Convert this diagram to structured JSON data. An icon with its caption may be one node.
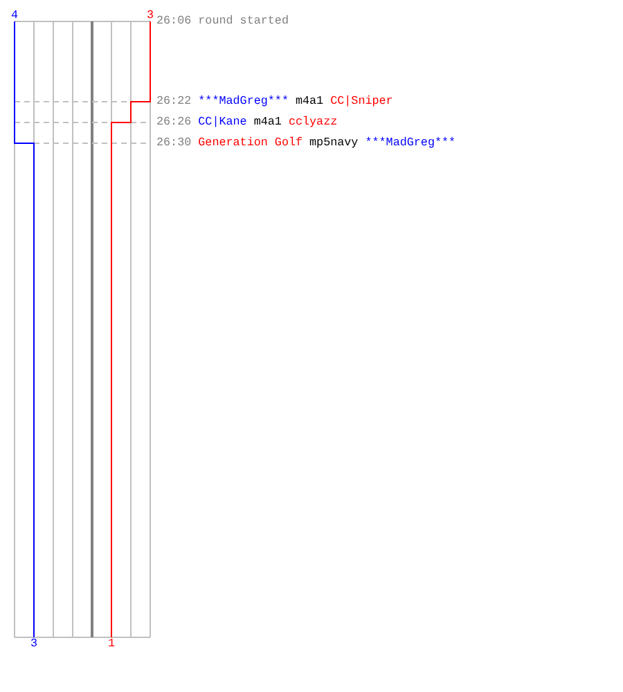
{
  "diagram": {
    "labels": [
      "4",
      "3",
      "26:06",
      "round started",
      "26:22",
      "***MadGreg***",
      "m4a1",
      "CC|Sniper",
      "26:26",
      "CC|Kane",
      "m4a1",
      "cclyazz",
      "26:30",
      "Generation Golf",
      "mp5navy",
      "***MadGreg***",
      "3",
      "1"
    ]
  }
}
